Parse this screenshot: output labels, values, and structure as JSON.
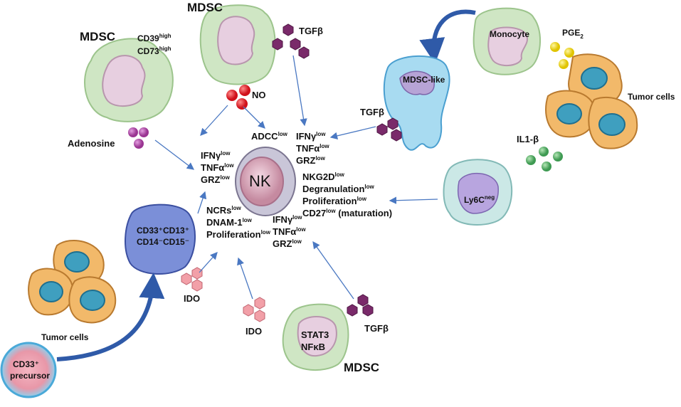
{
  "cells": {
    "mdsc_top_left": "MDSC",
    "mdsc_top_center": "MDSC",
    "mdsc_bottom": "MDSC",
    "mdsc_like": "MDSC-like",
    "monocyte": "Monocyte",
    "nk": "NK",
    "tumor_cells_right": "Tumor cells",
    "tumor_cells_left": "Tumor cells",
    "ly6c_base": "Ly6C",
    "ly6c_sup": "neg",
    "cd_markers_line1": "CD33⁺CD13⁺",
    "cd_markers_line2": "CD14⁻CD15⁻",
    "cd33_precursor_line1": "CD33⁺",
    "cd33_precursor_line2": "precursor",
    "stat3": "STAT3",
    "nfkb": "NFκB"
  },
  "mediators": {
    "tgfb_top": "TGFβ",
    "tgfb_mid": "TGFβ",
    "tgfb_bottom": "TGFβ",
    "no": "NO",
    "adenosine": "Adenosine",
    "pge2_base": "PGE",
    "pge2_sub": "2",
    "il1b": "IL1-β",
    "ido_left": "IDO",
    "ido_bottom": "IDO",
    "cd39": "CD39",
    "cd73": "CD73",
    "high_sup": "high"
  },
  "effects": {
    "ifng": "IFNγ",
    "tnfa": "TNFα",
    "grz": "GRZ",
    "adcc": "ADCC",
    "nkg2d": "NKG2D",
    "degranulation": "Degranulation",
    "proliferation": "Proliferation",
    "cd27": "CD27",
    "maturation_note": " (maturation)",
    "ncrs": "NCRs",
    "dnam1": "DNAM-1",
    "low_sup": "low"
  },
  "colors": {
    "mdsc": "#cfe6c4",
    "arrow": "#4a78c2",
    "tgfb": "#7a2a6a",
    "no": "#e8202a",
    "adenosine": "#b04ca8",
    "pge2": "#f2e027",
    "il1b": "#5fb56c",
    "ido": "#f2a0a8"
  }
}
